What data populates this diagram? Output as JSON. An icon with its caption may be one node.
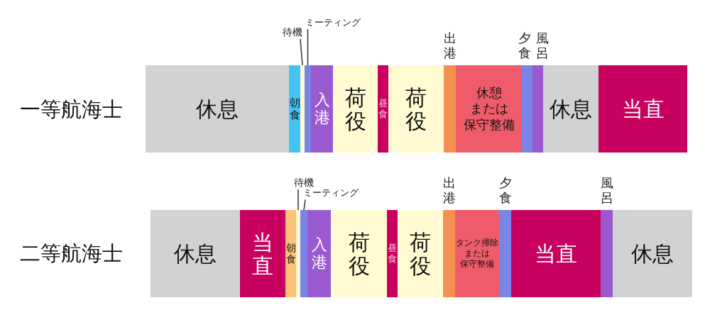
{
  "diagram": {
    "nodes": [
      {
        "text": [
          "休息"
        ]
      },
      {
        "text": [
          "朝食"
        ]
      },
      {
        "text": [
          "待機"
        ]
      },
      {
        "text": [],
        "shape": "bar"
      },
      {
        "text": [
          "ミーティング"
        ]
      },
      {
        "text": [],
        "shape": "bar"
      },
      {
        "text": [
          "入港"
        ]
      },
      {
        "text": [
          "荷役"
        ]
      },
      {
        "text": [
          "昼食"
        ]
      },
      {
        "text": [
          "荷役"
        ]
      },
      {
        "text": [
          "出港"
        ]
      },
      {
        "text": [
          "休憩",
          "または",
          "保守整備"
        ]
      },
      {
        "text": [
          "夕食"
        ]
      },
      {
        "text": [
          "風呂"
        ]
      },
      {
        "text": [
          "休息"
        ]
      },
      {
        "text": [
          "当直"
        ]
      },
      {
        "text": [
          "休息"
        ]
      },
      {
        "text": [
          "当直"
        ]
      },
      {
        "text": [
          "朝食"
        ]
      },
      {
        "text": [
          "待機"
        ]
      },
      {
        "text": [],
        "shape": "bar"
      },
      {
        "text": [
          "ミーティング"
        ]
      },
      {
        "text": [],
        "shape": "bar"
      },
      {
        "text": [
          "入港"
        ]
      },
      {
        "text": [
          "荷役"
        ]
      },
      {
        "text": [
          "昼食"
        ]
      },
      {
        "text": [
          "荷役"
        ]
      },
      {
        "text": [
          "出港"
        ]
      },
      {
        "text": [
          "タンク掃除",
          "または",
          "保守整備"
        ]
      },
      {
        "text": [
          "夕食"
        ]
      },
      {
        "text": [
          "当直"
        ]
      },
      {
        "text": [
          "風呂"
        ]
      },
      {
        "text": [
          "休息"
        ]
      }
    ],
    "edges": [
      {
        "from": 2,
        "to": 3,
        "arrow": "none"
      },
      {
        "from": 4,
        "to": 5,
        "arrow": "none"
      },
      {
        "from": 19,
        "to": 20,
        "arrow": "none"
      },
      {
        "from": 21,
        "to": 22,
        "arrow": "none"
      }
    ],
    "labels": [
      "一等航海士",
      "二等航海士"
    ]
  }
}
